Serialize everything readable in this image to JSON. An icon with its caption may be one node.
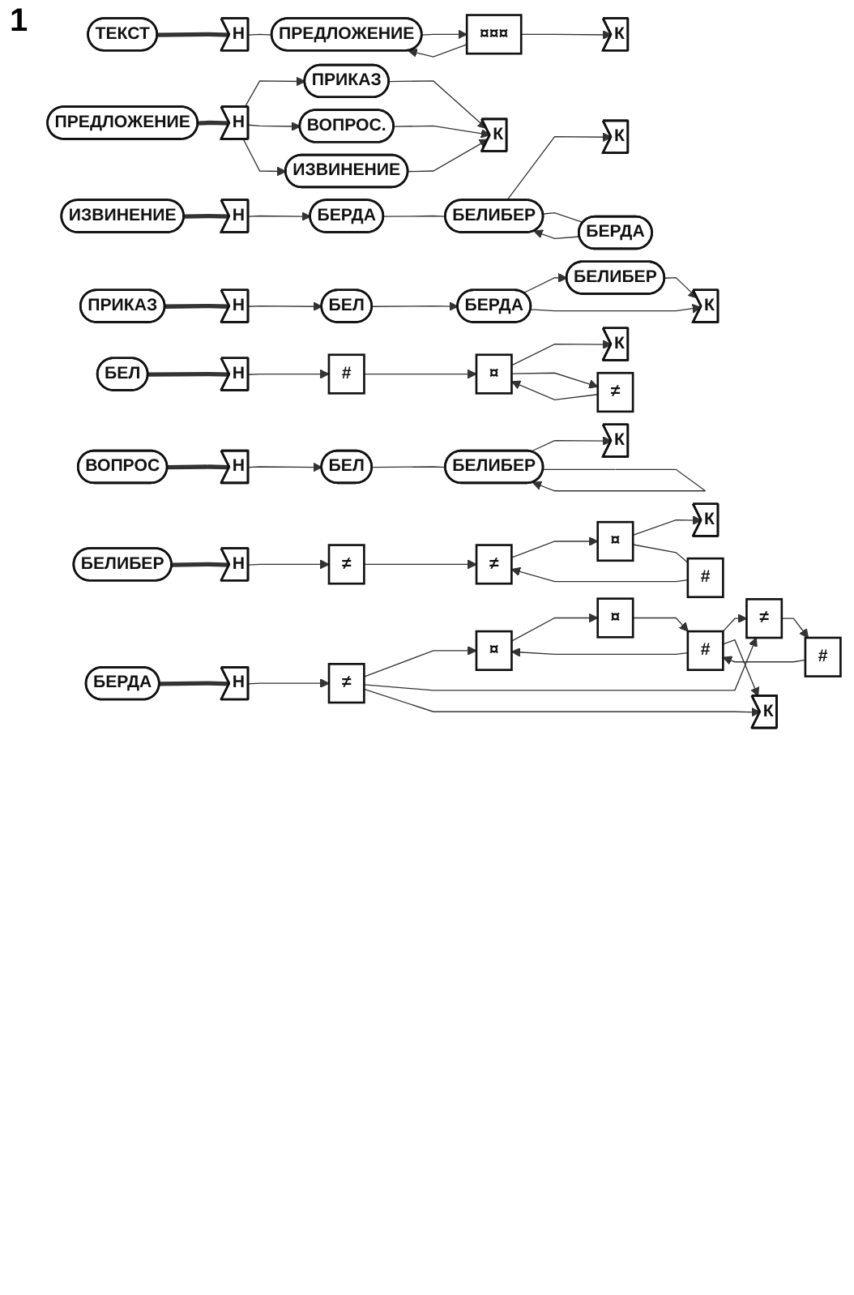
{
  "diagram": {
    "nodes": [
      {
        "text": [
          "ТЕКСТ"
        ]
      },
      {
        "text": [
          "Н"
        ]
      },
      {
        "text": [
          "ПРЕДЛОЖЕНИЕ"
        ]
      },
      {
        "text": [
          "¤¤¤"
        ]
      },
      {
        "text": [
          "К"
        ]
      },
      {
        "text": [
          "ПРЕДЛОЖЕНИЕ"
        ]
      },
      {
        "text": [
          "Н"
        ]
      },
      {
        "text": [
          "ПРИКАЗ"
        ]
      },
      {
        "text": [
          "ВОПРОС."
        ]
      },
      {
        "text": [
          "ИЗВИНЕНИЕ"
        ]
      },
      {
        "text": [
          "К"
        ]
      },
      {
        "text": [
          "ПРИКАЗ"
        ]
      },
      {
        "text": [
          "Н"
        ]
      },
      {
        "text": [
          "БЕЛ"
        ]
      },
      {
        "text": [
          "БЕРДА"
        ]
      },
      {
        "text": [
          "БЕЛИБЕР"
        ]
      },
      {
        "text": [
          "К"
        ]
      },
      {
        "text": [
          "ВОПРОС"
        ]
      },
      {
        "text": [
          "Н"
        ]
      },
      {
        "text": [
          "БЕЛ"
        ]
      },
      {
        "text": [
          "БЕЛИБЕР"
        ]
      },
      {
        "text": [
          "К"
        ]
      },
      {
        "text": [
          "ИЗВИНЕНИЕ"
        ]
      },
      {
        "text": [
          "Н"
        ]
      },
      {
        "text": [
          "БЕРДА"
        ]
      },
      {
        "text": [
          "БЕЛИБЕР"
        ]
      },
      {
        "text": [
          "БЕРДА"
        ]
      },
      {
        "text": [
          "К"
        ]
      },
      {
        "text": [
          "БЕЛ"
        ]
      },
      {
        "text": [
          "Н"
        ]
      },
      {
        "text": [
          "#"
        ]
      },
      {
        "text": [
          "¤"
        ]
      },
      {
        "text": [
          "≠"
        ]
      },
      {
        "text": [
          "К"
        ]
      },
      {
        "text": [
          "БЕРДА"
        ]
      },
      {
        "text": [
          "Н"
        ]
      },
      {
        "text": [
          "≠"
        ]
      },
      {
        "text": [
          "¤"
        ]
      },
      {
        "text": [
          "¤"
        ]
      },
      {
        "text": [
          "#"
        ]
      },
      {
        "text": [
          "≠"
        ]
      },
      {
        "text": [
          "#"
        ]
      },
      {
        "text": [
          "К"
        ]
      },
      {
        "text": [
          "БЕЛИБЕР"
        ]
      },
      {
        "text": [
          "Н"
        ]
      },
      {
        "text": [
          "≠"
        ]
      },
      {
        "text": [
          "≠"
        ]
      },
      {
        "text": [
          "¤"
        ]
      },
      {
        "text": [
          "#"
        ]
      },
      {
        "text": [
          "К"
        ]
      }
    ],
    "edges": [
      {
        "from": 0,
        "to": 1,
        "arrow": "none",
        "style": "thick"
      },
      {
        "from": 1,
        "to": 2,
        "arrow": "none"
      },
      {
        "from": 2,
        "to": 3,
        "arrow": "to"
      },
      {
        "from": 3,
        "to": 4,
        "arrow": "to"
      },
      {
        "from": 3,
        "to": 2,
        "arrow": "to"
      },
      {
        "from": 5,
        "to": 6,
        "arrow": "none",
        "style": "thick"
      },
      {
        "from": 6,
        "to": 7,
        "arrow": "to"
      },
      {
        "from": 6,
        "to": 8,
        "arrow": "to"
      },
      {
        "from": 6,
        "to": 9,
        "arrow": "to"
      },
      {
        "from": 7,
        "to": 10,
        "arrow": "to"
      },
      {
        "from": 8,
        "to": 10,
        "arrow": "to"
      },
      {
        "from": 9,
        "to": 10,
        "arrow": "to"
      },
      {
        "from": 11,
        "to": 12,
        "arrow": "none",
        "style": "thick"
      },
      {
        "from": 12,
        "to": 13,
        "arrow": "to"
      },
      {
        "from": 13,
        "to": 14,
        "arrow": "to"
      },
      {
        "from": 14,
        "to": 15,
        "arrow": "to"
      },
      {
        "from": 14,
        "to": 16,
        "arrow": "to"
      },
      {
        "from": 15,
        "to": 16,
        "arrow": "to"
      },
      {
        "from": 17,
        "to": 18,
        "arrow": "none",
        "style": "thick"
      },
      {
        "from": 18,
        "to": 19,
        "arrow": "to"
      },
      {
        "from": 19,
        "to": 20,
        "arrow": "none"
      },
      {
        "from": 20,
        "to": 21,
        "arrow": "to"
      },
      {
        "from": 20,
        "to": 20,
        "arrow": "to"
      },
      {
        "from": 22,
        "to": 23,
        "arrow": "none",
        "style": "thick"
      },
      {
        "from": 23,
        "to": 24,
        "arrow": "to"
      },
      {
        "from": 24,
        "to": 25,
        "arrow": "none"
      },
      {
        "from": 25,
        "to": 27,
        "arrow": "to"
      },
      {
        "from": 25,
        "to": 26,
        "arrow": "none"
      },
      {
        "from": 26,
        "to": 25,
        "arrow": "to"
      },
      {
        "from": 28,
        "to": 29,
        "arrow": "none",
        "style": "thick"
      },
      {
        "from": 29,
        "to": 30,
        "arrow": "to"
      },
      {
        "from": 30,
        "to": 31,
        "arrow": "to"
      },
      {
        "from": 31,
        "to": 33,
        "arrow": "to"
      },
      {
        "from": 31,
        "to": 32,
        "arrow": "to"
      },
      {
        "from": 32,
        "to": 31,
        "arrow": "to"
      },
      {
        "from": 34,
        "to": 35,
        "arrow": "none",
        "style": "thick"
      },
      {
        "from": 35,
        "to": 36,
        "arrow": "to"
      },
      {
        "from": 36,
        "to": 37,
        "arrow": "to"
      },
      {
        "from": 36,
        "to": 40,
        "arrow": "to"
      },
      {
        "from": 36,
        "to": 42,
        "arrow": "to"
      },
      {
        "from": 37,
        "to": 38,
        "arrow": "to"
      },
      {
        "from": 38,
        "to": 39,
        "arrow": "to"
      },
      {
        "from": 40,
        "to": 41,
        "arrow": "to"
      },
      {
        "from": 41,
        "to": 39,
        "arrow": "to"
      },
      {
        "from": 39,
        "to": 37,
        "arrow": "to"
      },
      {
        "from": 39,
        "to": 40,
        "arrow": "to"
      },
      {
        "from": 39,
        "to": 42,
        "arrow": "to"
      },
      {
        "from": 43,
        "to": 44,
        "arrow": "none",
        "style": "thick"
      },
      {
        "from": 44,
        "to": 45,
        "arrow": "to"
      },
      {
        "from": 45,
        "to": 46,
        "arrow": "to"
      },
      {
        "from": 46,
        "to": 47,
        "arrow": "to"
      },
      {
        "from": 47,
        "to": 49,
        "arrow": "to"
      },
      {
        "from": 47,
        "to": 48,
        "arrow": "none"
      },
      {
        "from": 48,
        "to": 46,
        "arrow": "to"
      }
    ],
    "labels": [
      "1"
    ]
  }
}
